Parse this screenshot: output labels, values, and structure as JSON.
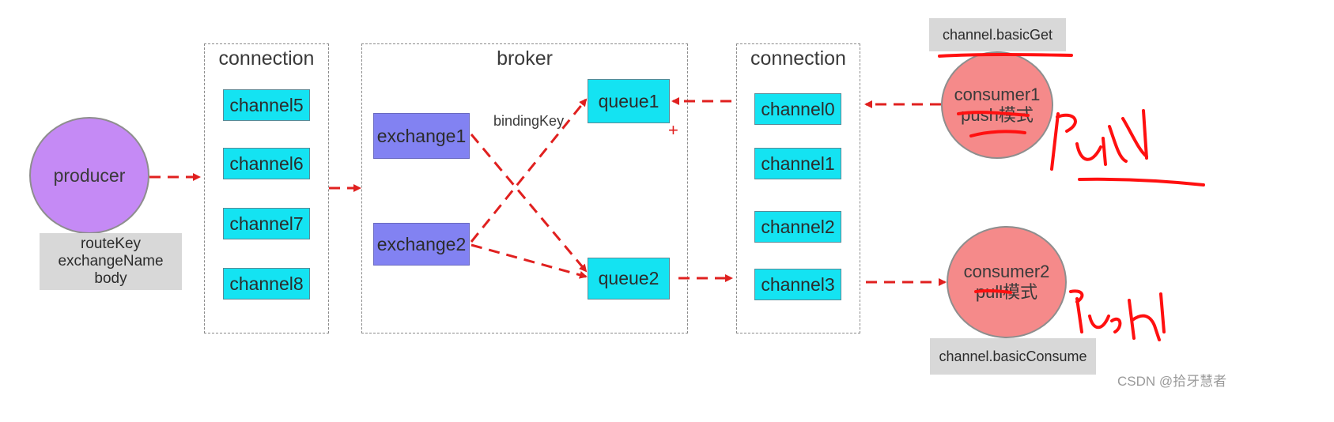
{
  "producer": {
    "label": "producer",
    "info_lines": [
      "routeKey",
      "exchangeName",
      "body"
    ]
  },
  "left_connection": {
    "title": "connection",
    "channels": [
      "channel5",
      "channel6",
      "channel7",
      "channel8"
    ]
  },
  "broker": {
    "title": "broker",
    "exchanges": [
      "exchange1",
      "exchange2"
    ],
    "queues": [
      "queue1",
      "queue2"
    ],
    "binding_label": "bindingKey"
  },
  "right_connection": {
    "title": "connection",
    "channels": [
      "channel0",
      "channel1",
      "channel2",
      "channel3"
    ]
  },
  "consumer1": {
    "line1": "consumer1",
    "line2": "push模式",
    "method_label": "channel.basicGet"
  },
  "consumer2": {
    "line1": "consumer2",
    "line2": "pull模式",
    "method_label": "channel.basicConsume"
  },
  "annotations": {
    "plus_mark": "+",
    "handwritten_1": "pull",
    "handwritten_2": "push"
  },
  "watermark": "CSDN @拾牙慧者",
  "colors": {
    "arrow": "#e0201f",
    "handwriting": "#ff1010",
    "channel_fill": "#14e3f2",
    "exchange_fill": "#8282f2",
    "producer_fill": "#c58af5",
    "consumer_fill": "#f58a8a",
    "info_box_fill": "#d8d8d8"
  }
}
